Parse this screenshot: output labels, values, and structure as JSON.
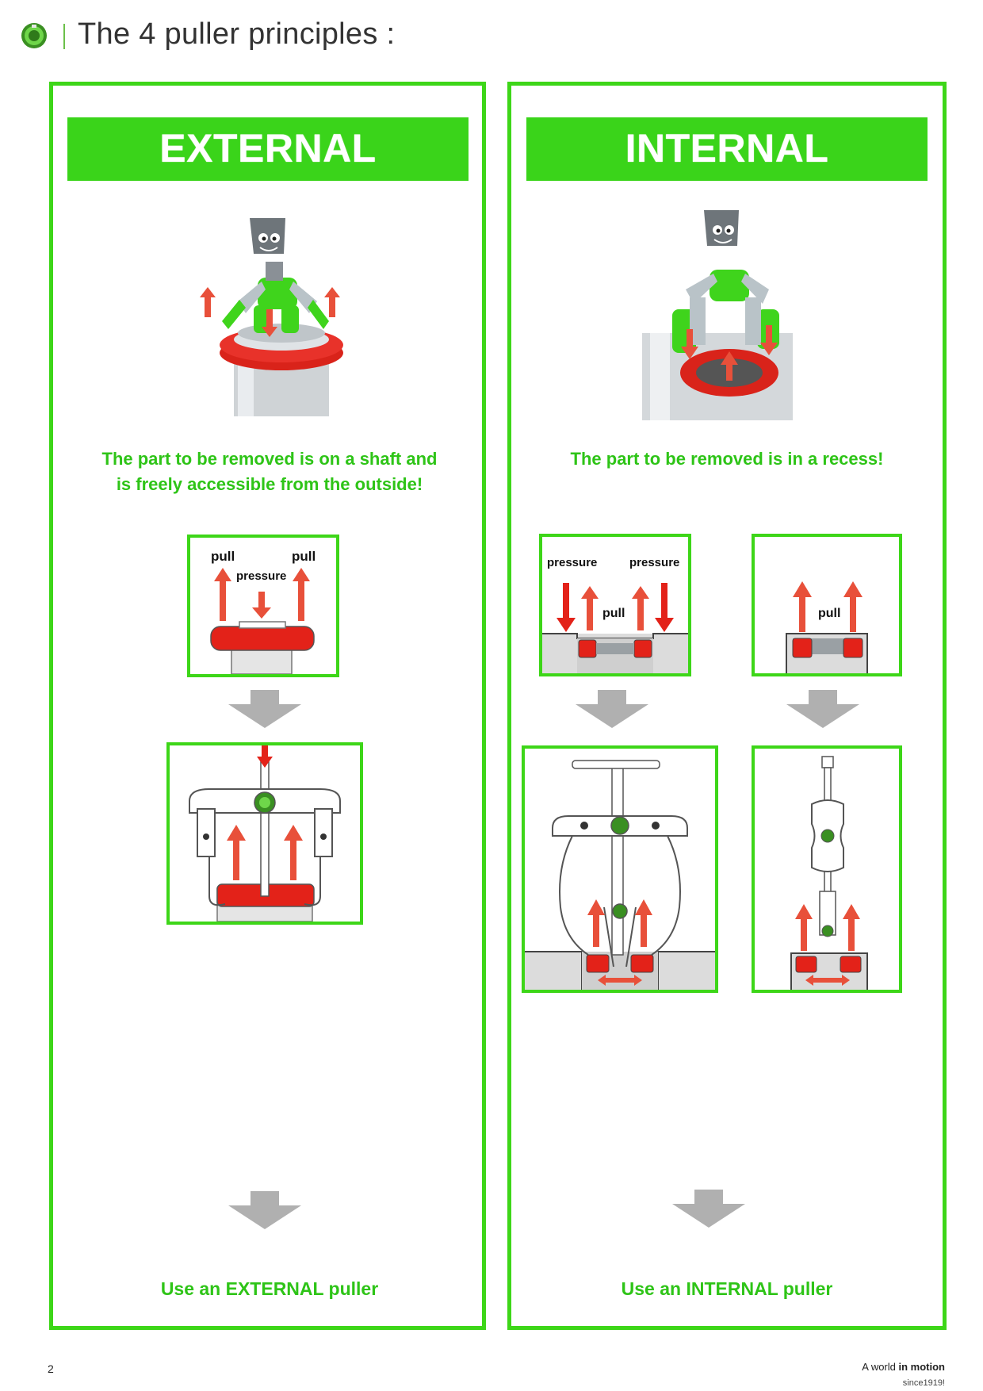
{
  "header": {
    "title": "The 4 puller principles :",
    "logo_icon": "kukko-logo-icon"
  },
  "colors": {
    "brand_green": "#3ad41a",
    "arrow_red": "#e8503a",
    "part_red": "#e32219",
    "grey_arrow": "#b0b0b0"
  },
  "left_panel": {
    "banner": "EXTERNAL",
    "description_line1": "The part to be removed is on a shaft and",
    "description_line2": "is freely accessible from the outside!",
    "diagram_labels": {
      "pull_left": "pull",
      "pull_right": "pull",
      "pressure": "pressure"
    },
    "use_label": "Use an EXTERNAL puller"
  },
  "right_panel": {
    "banner": "INTERNAL",
    "description": "The part to be removed is in a recess!",
    "diagram1_labels": {
      "pressure_left": "pressure",
      "pressure_right": "pressure",
      "pull": "pull"
    },
    "diagram2_labels": {
      "pull": "pull"
    },
    "use_label": "Use an INTERNAL puller"
  },
  "footer": {
    "page_number": "2",
    "tagline_prefix": "A world ",
    "tagline_bold": "in motion",
    "since": "since1919!"
  }
}
